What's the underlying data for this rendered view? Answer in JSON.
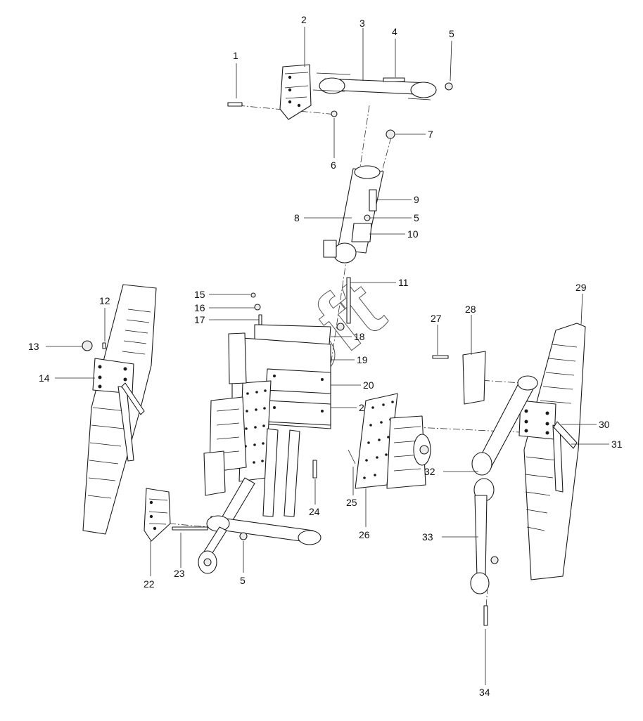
{
  "watermark": "Soft",
  "callouts": [
    "1",
    "2",
    "3",
    "4",
    "5",
    "6",
    "7",
    "8",
    "9",
    "5",
    "10",
    "11",
    "12",
    "13",
    "14",
    "15",
    "16",
    "17",
    "18",
    "19",
    "20",
    "2",
    "22",
    "23",
    "5",
    "24",
    "25",
    "26",
    "27",
    "28",
    "29",
    "30",
    "31",
    "32",
    "33",
    "34"
  ]
}
